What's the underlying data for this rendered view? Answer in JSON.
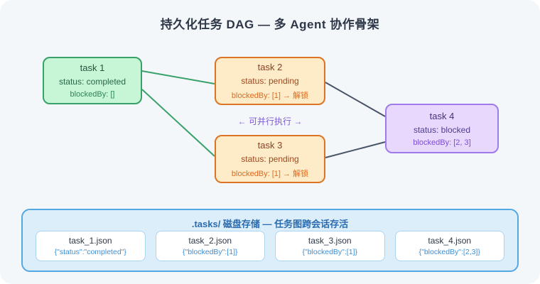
{
  "title": "持久化任务 DAG — 多 Agent 协作骨架",
  "colors": {
    "canvas_bg": "#f3f7fa",
    "green_fill": "#c6f6d5",
    "green_border": "#38a169",
    "orange_fill": "#feebc8",
    "orange_border": "#dd7324",
    "purple_fill": "#e9d8fd",
    "purple_border": "#9f7aea",
    "panel_fill": "#ddeefb",
    "panel_border": "#55a7e2",
    "edge_green": "#38a169",
    "edge_dark": "#4a5568",
    "parallel_label": "#805ad5",
    "panel_title": "#2b6cb0",
    "json_text": "#3d8fd6"
  },
  "tasks": [
    {
      "name": "task 1",
      "status": "status: completed",
      "blocked": "blockedBy: []"
    },
    {
      "name": "task 2",
      "status": "status: pending",
      "blocked": "blockedBy: [1] → 解锁"
    },
    {
      "name": "task 3",
      "status": "status: pending",
      "blocked": "blockedBy: [1] → 解锁"
    },
    {
      "name": "task 4",
      "status": "status: blocked",
      "blocked": "blockedBy: [2, 3]"
    }
  ],
  "parallel_label": "← 可并行执行 →",
  "storage": {
    "title": ".tasks/ 磁盘存储 — 任务图跨会话存活",
    "files": [
      {
        "name": "task_1.json",
        "content": "{\"status\":\"completed\"}"
      },
      {
        "name": "task_2.json",
        "content": "{\"blockedBy\":[1]}"
      },
      {
        "name": "task_3.json",
        "content": "{\"blockedBy\":[1]}"
      },
      {
        "name": "task_4.json",
        "content": "{\"blockedBy\":[2,3]}"
      }
    ]
  }
}
